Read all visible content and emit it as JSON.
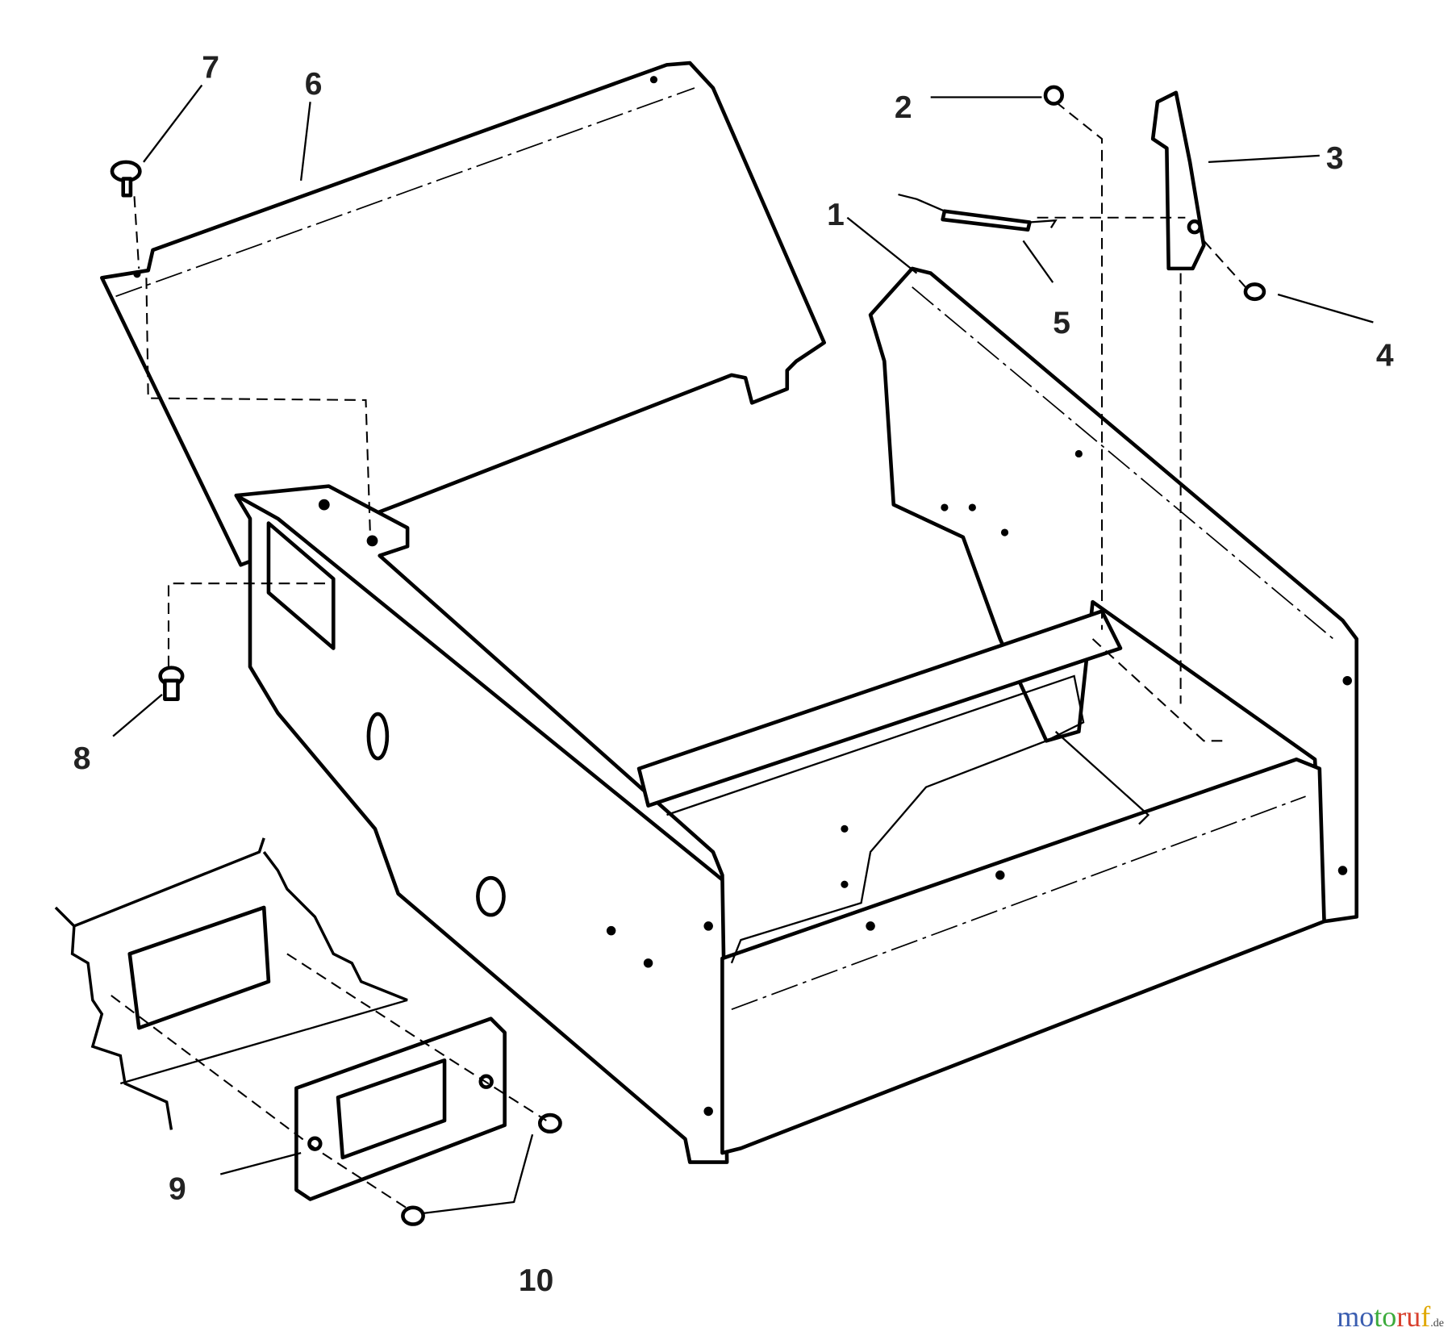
{
  "callouts": [
    {
      "id": "1",
      "label": "1"
    },
    {
      "id": "2",
      "label": "2"
    },
    {
      "id": "3",
      "label": "3"
    },
    {
      "id": "4",
      "label": "4"
    },
    {
      "id": "5",
      "label": "5"
    },
    {
      "id": "6",
      "label": "6"
    },
    {
      "id": "7",
      "label": "7"
    },
    {
      "id": "8",
      "label": "8"
    },
    {
      "id": "9",
      "label": "9"
    },
    {
      "id": "10",
      "label": "10"
    }
  ],
  "watermark": {
    "name": "motoruf",
    "suffix": ".de"
  },
  "colors": {
    "line": "#000000",
    "background": "#ffffff"
  }
}
